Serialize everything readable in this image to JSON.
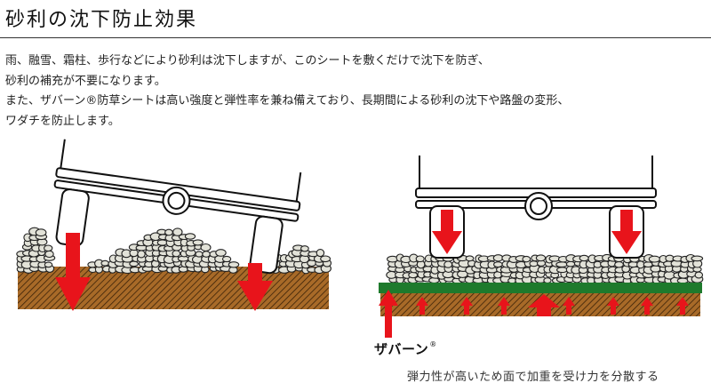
{
  "title": "砂利の沈下防止効果",
  "description": [
    "雨、融雪、霜柱、歩行などにより砂利は沈下しますが、このシートを敷くだけで沈下を防ぎ、",
    "砂利の補充が不要になります。",
    "また、ザバーン®防草シートは高い強度と弾性率を兼ね備えており、長期間による砂利の沈下や路盤の変形、",
    "ワダチを防止します。"
  ],
  "brand": {
    "name": "ザバーン",
    "mark": "®"
  },
  "caption": "弾力性が高いため面で加重を受け力を分散する",
  "colors": {
    "arrow_red": "#e8141b",
    "sheet_green": "#1e7a2c",
    "soil_brown": "#9a5e22",
    "gravel_fill": "#e2e2d8"
  }
}
